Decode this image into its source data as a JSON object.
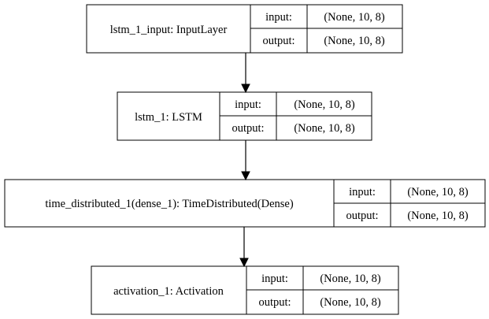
{
  "diagram": {
    "nodes": [
      {
        "label": "lstm_1_input: InputLayer",
        "input_label": "input:",
        "input_shape": "(None, 10, 8)",
        "output_label": "output:",
        "output_shape": "(None, 10, 8)"
      },
      {
        "label": "lstm_1: LSTM",
        "input_label": "input:",
        "input_shape": "(None, 10, 8)",
        "output_label": "output:",
        "output_shape": "(None, 10, 8)"
      },
      {
        "label": "time_distributed_1(dense_1): TimeDistributed(Dense)",
        "input_label": "input:",
        "input_shape": "(None, 10, 8)",
        "output_label": "output:",
        "output_shape": "(None, 10, 8)"
      },
      {
        "label": "activation_1: Activation",
        "input_label": "input:",
        "input_shape": "(None, 10, 8)",
        "output_label": "output:",
        "output_shape": "(None, 10, 8)"
      }
    ],
    "edges": [
      {
        "from": 0,
        "to": 1
      },
      {
        "from": 1,
        "to": 2
      },
      {
        "from": 2,
        "to": 3
      }
    ]
  }
}
